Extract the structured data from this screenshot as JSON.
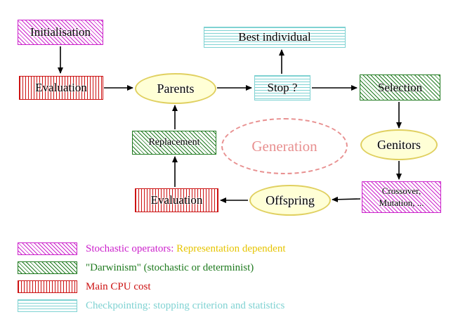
{
  "diagram": {
    "nodes": {
      "initialisation": {
        "label": "Initialisation"
      },
      "evaluation_top": {
        "label": "Evaluation"
      },
      "parents": {
        "label": "Parents"
      },
      "stop": {
        "label": "Stop ?"
      },
      "best_individual": {
        "label": "Best individual"
      },
      "selection": {
        "label": "Selection"
      },
      "genitors": {
        "label": "Genitors"
      },
      "crossover": {
        "label_line1": "Crossover,",
        "label_line2": "Mutation, ..."
      },
      "offspring": {
        "label": "Offspring"
      },
      "evaluation_bottom": {
        "label": "Evaluation"
      },
      "replacement": {
        "label": "Replacement"
      },
      "generation": {
        "label": "Generation"
      }
    },
    "legend": [
      {
        "swatch": "magenta-hatch",
        "text_primary": "Stochastic operators:",
        "text_secondary": " Representation dependent"
      },
      {
        "swatch": "green-hatch",
        "text_primary": "\"Darwinism\" (stochastic or determinist)"
      },
      {
        "swatch": "red-stripes",
        "text_primary": "Main CPU cost"
      },
      {
        "swatch": "cyan-stripes",
        "text_primary": "Checkpointing: stopping criterion and statistics"
      }
    ],
    "colors": {
      "magenta": "#cc22cc",
      "green": "#1f7a1f",
      "red": "#cc1111",
      "cyan": "#7fd2d2",
      "yellow_fill": "#ffffd6",
      "yellow_border": "#e0d060",
      "salmon": "#e89090",
      "gold": "#e6c400"
    }
  }
}
